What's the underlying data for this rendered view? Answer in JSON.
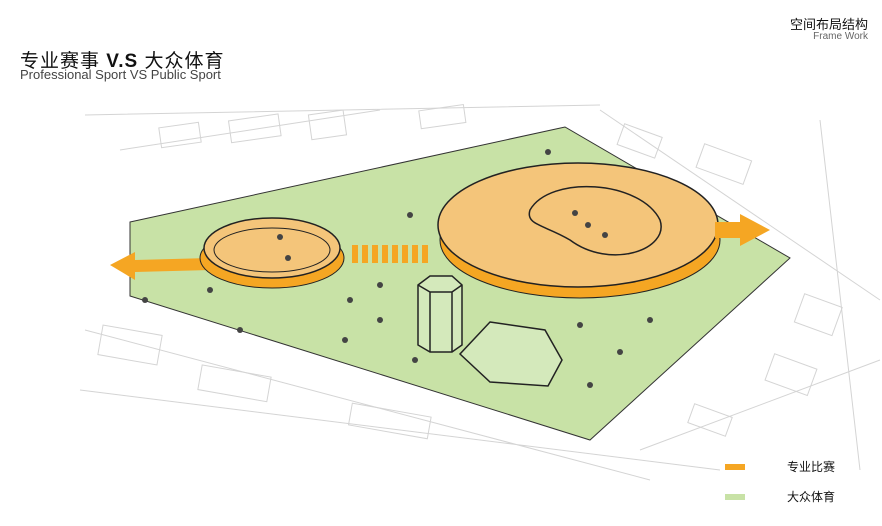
{
  "header": {
    "title_cn_left": "专业赛事",
    "title_vs": "V.S",
    "title_cn_right": "大众体育",
    "subtitle_en": "Professional Sport VS Public Sport",
    "section_cn": "空间布局结构",
    "section_en": "Frame Work"
  },
  "legend": [
    {
      "label": "专业比赛",
      "color": "#f5a623"
    },
    {
      "label": "大众体育",
      "color": "#c8e2a6"
    }
  ],
  "colors": {
    "park": "#c8e2a6",
    "sport": "#f5b04a",
    "sport_fill": "#f4c57a",
    "lines": "#cfcfcf"
  }
}
